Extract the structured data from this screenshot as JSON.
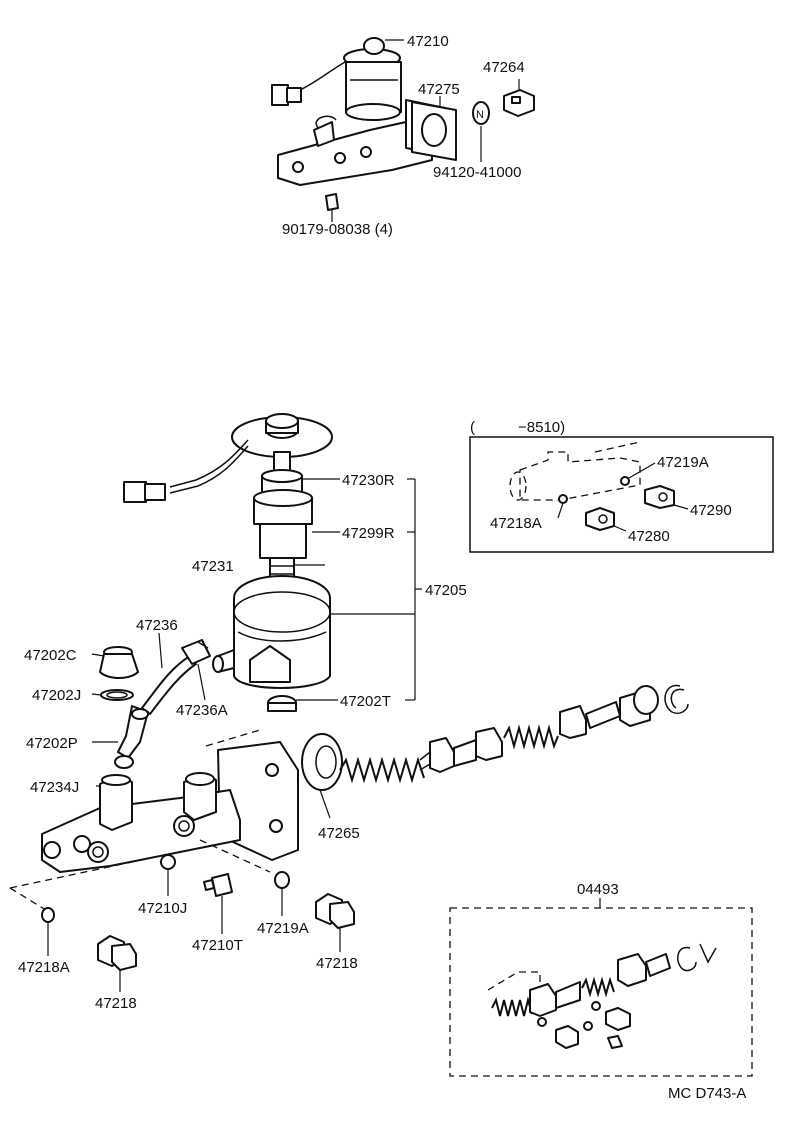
{
  "upper_assembly": {
    "reservoir_assy": "47210",
    "gasket": "47275",
    "clip": "47264",
    "nut_marker": "N",
    "nut": "94120-41000",
    "bolt": "90179-08038 (4)"
  },
  "main_assembly": {
    "reservoir_cap": "47230R",
    "gasket_r": "47299R",
    "strainer": "47231",
    "reservoir_sub_assy": "47205",
    "grommet": "47202T",
    "hose": "47236",
    "hose_clip": "47236A",
    "cap": "47202C",
    "clip_j": "47202J",
    "union": "47202P",
    "gasket_j": "47234J",
    "boot": "47265",
    "gasket_210j": "47210J",
    "union_bolt": "47210T",
    "gasket_219a": "47219A",
    "plug_a": "47218",
    "gasket_218a": "47218A",
    "plug_b": "47218"
  },
  "inset_serial": {
    "range_open": "(",
    "range_close": "−8510)",
    "gasket_219a": "47219A",
    "plug_290": "47290",
    "gasket_218a": "47218A",
    "plug_280": "47280"
  },
  "repair_kit": {
    "label": "04493"
  },
  "footer": {
    "code": "MC  D743-A"
  }
}
